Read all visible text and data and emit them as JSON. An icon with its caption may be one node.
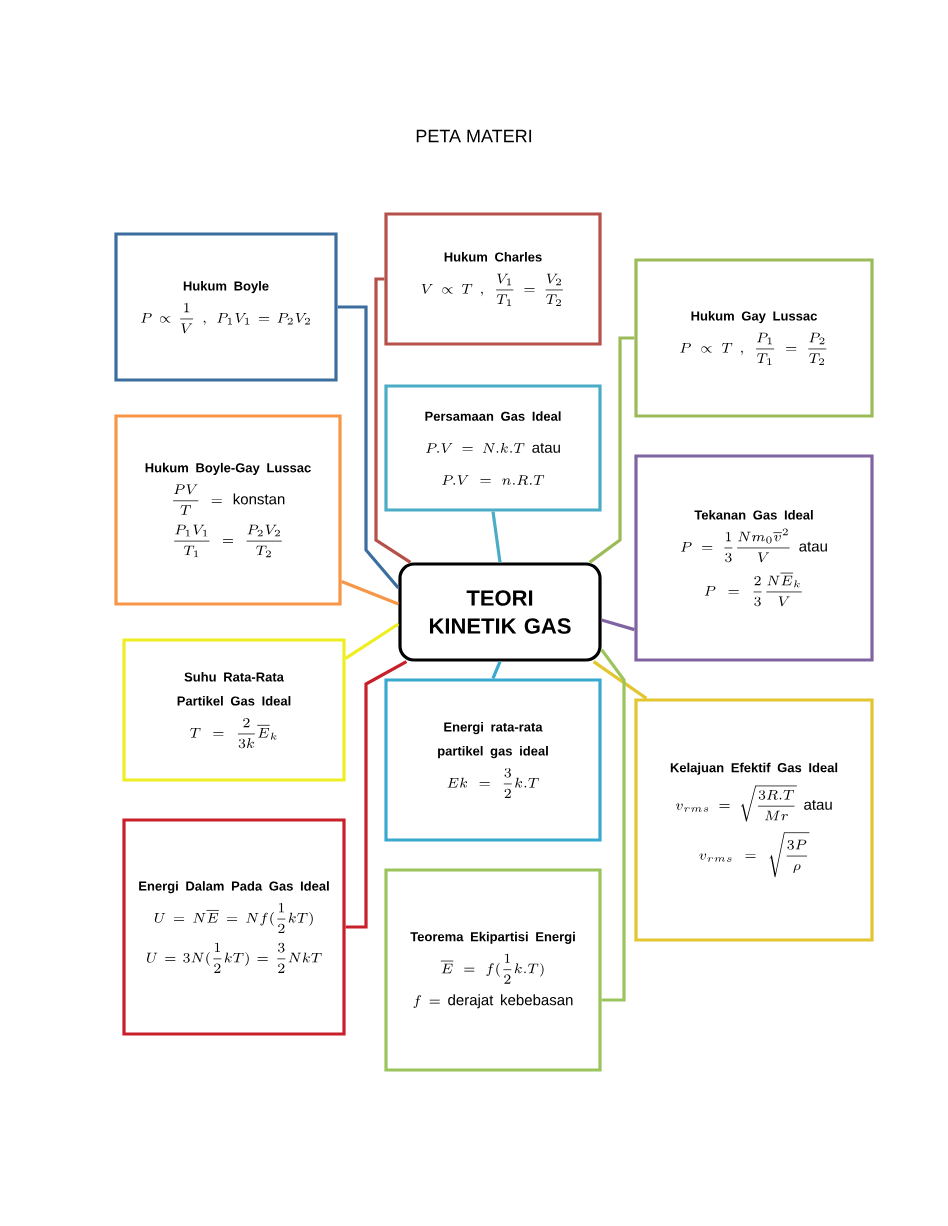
{
  "diagram": {
    "title": "PETA MATERI",
    "nodes": [
      {
        "text": [
          "TEORI KINETIK GAS"
        ]
      },
      {
        "text": [
          "Hukum Boyle",
          "P \\propto \\frac{1}{V}\\ ,\\ P_1V_1 = P_2V_2"
        ]
      },
      {
        "text": [
          "Hukum Charles",
          "V \\propto T\\ ,\\ \\frac{V_1}{T_1} = \\frac{V_2}{T_2}"
        ]
      },
      {
        "text": [
          "Hukum Gay Lussac",
          "P \\propto T\\ ,\\ \\frac{P_1}{T_1} = \\frac{P_2}{T_2}"
        ]
      },
      {
        "text": [
          "Persamaan Gas Ideal",
          "P.V = N.k.T\\ \\mathrm{atau}",
          "P.V = n.R.T"
        ]
      },
      {
        "text": [
          "Hukum Boyle-Gay Lussac",
          "\\frac{PV}{T} = \\mathrm{konstan}",
          "\\frac{P_1V_1}{T_1} = \\frac{P_2V_2}{T_2}"
        ]
      },
      {
        "text": [
          "Tekanan Gas Ideal",
          "P = \\frac{1}{3}\\frac{N m_0 \\overline{v}^2}{V}\\ \\mathrm{atau}",
          "P = \\frac{2}{3}\\frac{N \\overline{E}_k}{V}"
        ]
      },
      {
        "text": [
          "Suhu Rata-Rata Partikel Gas Ideal",
          "T = \\frac{2}{3k}\\overline{E}_k"
        ]
      },
      {
        "text": [
          "Energi rata-rata partikel gas ideal",
          "Ek = \\frac{3}{2}k.T"
        ]
      },
      {
        "text": [
          "Kelajuan Efektif Gas Ideal",
          "v_{rms} = \\sqrt{\\frac{3R.T}{Mr}}\\ \\mathrm{atau}",
          "v_{rms} = \\sqrt{\\frac{3P}{\\rho}}"
        ]
      },
      {
        "text": [
          "Energi Dalam Pada Gas Ideal",
          "U = N\\overline{E} = Nf(\\frac{1}{2}kT)",
          "U = 3N(\\frac{1}{2}kT) = \\frac{3}{2}NkT"
        ]
      },
      {
        "text": [
          "Teorema Ekipartisi Energi",
          "\\overline{E} = f(\\frac{1}{2}k.T)",
          "f = \\mathrm{derajat\\ kebebasan}"
        ]
      }
    ],
    "edges": [
      {
        "from": 0,
        "to": 1,
        "arrow": "none",
        "color": "#3b6e9e"
      },
      {
        "from": 0,
        "to": 2,
        "arrow": "none",
        "color": "#b5504a"
      },
      {
        "from": 0,
        "to": 3,
        "arrow": "none",
        "color": "#9bbb59"
      },
      {
        "from": 0,
        "to": 4,
        "arrow": "none",
        "color": "#4bacc6"
      },
      {
        "from": 0,
        "to": 5,
        "arrow": "none",
        "color": "#f79646"
      },
      {
        "from": 0,
        "to": 6,
        "arrow": "none",
        "color": "#8064a2"
      },
      {
        "from": 0,
        "to": 7,
        "arrow": "none",
        "color": "#eeee22"
      },
      {
        "from": 0,
        "to": 8,
        "arrow": "none",
        "color": "#3aa9cf"
      },
      {
        "from": 0,
        "to": 9,
        "arrow": "none",
        "color": "#e3c530"
      },
      {
        "from": 0,
        "to": 10,
        "arrow": "none",
        "color": "#c8202a"
      },
      {
        "from": 0,
        "to": 11,
        "arrow": "none",
        "color": "#9bc45c"
      }
    ]
  }
}
